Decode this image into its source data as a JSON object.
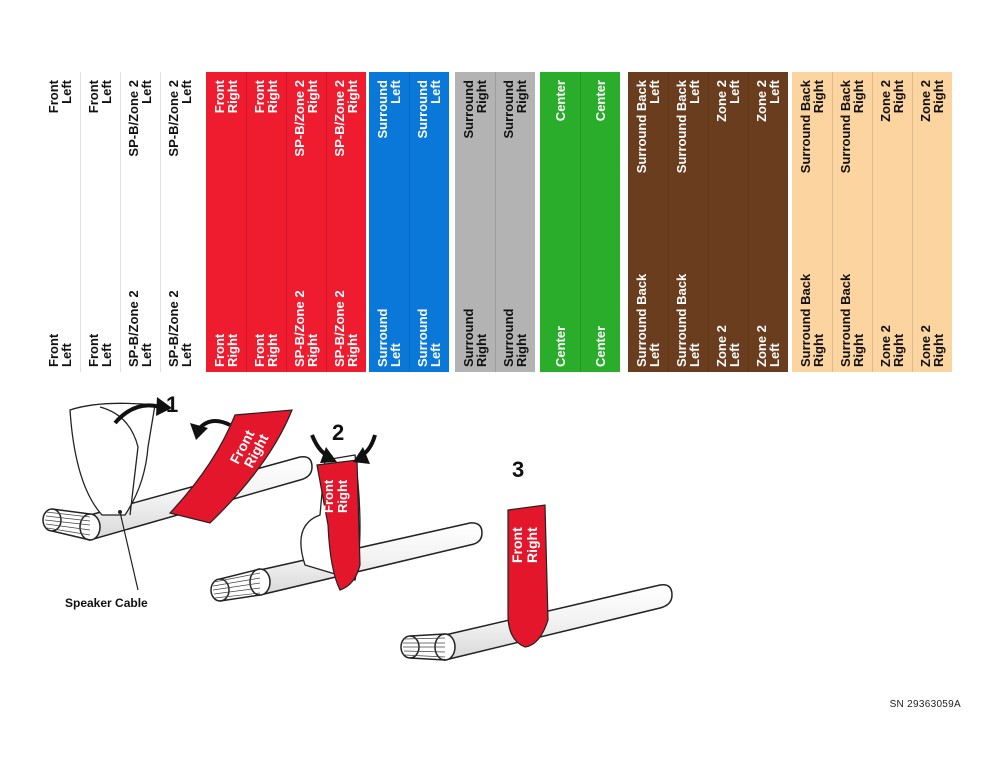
{
  "groups": [
    {
      "id": "black",
      "bg": "#ffffff",
      "text_color": "#111111",
      "strips": [
        {
          "top": [
            "Front",
            "Left"
          ],
          "bottom": [
            "Front",
            "Left"
          ]
        },
        {
          "top": [
            "Front",
            "Left"
          ],
          "bottom": [
            "Front",
            "Left"
          ]
        },
        {
          "top": [
            "SP-B/Zone 2",
            "Left"
          ],
          "bottom": [
            "SP-B/Zone 2",
            "Left"
          ]
        },
        {
          "top": [
            "SP-B/Zone 2",
            "Left"
          ],
          "bottom": [
            "SP-B/Zone 2",
            "Left"
          ]
        }
      ]
    },
    {
      "id": "red",
      "bg": "#ee1c2e",
      "text_color": "#ffffff",
      "strips": [
        {
          "top": [
            "Front",
            "Right"
          ],
          "bottom": [
            "Front",
            "Right"
          ]
        },
        {
          "top": [
            "Front",
            "Right"
          ],
          "bottom": [
            "Front",
            "Right"
          ]
        },
        {
          "top": [
            "SP-B/Zone 2",
            "Right"
          ],
          "bottom": [
            "SP-B/Zone 2",
            "Right"
          ]
        },
        {
          "top": [
            "SP-B/Zone 2",
            "Right"
          ],
          "bottom": [
            "SP-B/Zone 2",
            "Right"
          ]
        }
      ]
    },
    {
      "id": "blue",
      "bg": "#0a78d8",
      "text_color": "#ffffff",
      "strips": [
        {
          "top": [
            "Surround",
            "Left"
          ],
          "bottom": [
            "Surround",
            "Left"
          ]
        },
        {
          "top": [
            "Surround",
            "Left"
          ],
          "bottom": [
            "Surround",
            "Left"
          ]
        }
      ]
    },
    {
      "id": "gray",
      "bg": "#b3b3b3",
      "text_color": "#111111",
      "strips": [
        {
          "top": [
            "Surround",
            "Right"
          ],
          "bottom": [
            "Surround",
            "Right"
          ]
        },
        {
          "top": [
            "Surround",
            "Right"
          ],
          "bottom": [
            "Surround",
            "Right"
          ]
        }
      ]
    },
    {
      "id": "green",
      "bg": "#2aad2a",
      "text_color": "#ffffff",
      "strips": [
        {
          "top": [
            "Center"
          ],
          "bottom": [
            "Center"
          ]
        },
        {
          "top": [
            "Center"
          ],
          "bottom": [
            "Center"
          ]
        }
      ]
    },
    {
      "id": "brown",
      "bg": "#6b3d1f",
      "text_color": "#ffffff",
      "strips": [
        {
          "top": [
            "Surround Back",
            "Left"
          ],
          "bottom": [
            "Surround Back",
            "Left"
          ]
        },
        {
          "top": [
            "Surround Back",
            "Left"
          ],
          "bottom": [
            "Surround Back",
            "Left"
          ]
        },
        {
          "top": [
            "Zone 2",
            "Left"
          ],
          "bottom": [
            "Zone 2",
            "Left"
          ]
        },
        {
          "top": [
            "Zone 2",
            "Left"
          ],
          "bottom": [
            "Zone 2",
            "Left"
          ]
        }
      ]
    },
    {
      "id": "tan",
      "bg": "#fcd4a0",
      "text_color": "#111111",
      "strips": [
        {
          "top": [
            "Surround Back",
            "Right"
          ],
          "bottom": [
            "Surround Back",
            "Right"
          ]
        },
        {
          "top": [
            "Surround Back",
            "Right"
          ],
          "bottom": [
            "Surround Back",
            "Right"
          ]
        },
        {
          "top": [
            "Zone 2",
            "Right"
          ],
          "bottom": [
            "Zone 2",
            "Right"
          ]
        },
        {
          "top": [
            "Zone 2",
            "Right"
          ],
          "bottom": [
            "Zone 2",
            "Right"
          ]
        }
      ]
    }
  ],
  "diagram": {
    "step1": "1",
    "step2": "2",
    "step3": "3",
    "tag_line1": "Front",
    "tag_line2": "Right",
    "cable_label": "Speaker Cable",
    "tag_color": "#e4162b"
  },
  "serial": "SN  29363059A"
}
